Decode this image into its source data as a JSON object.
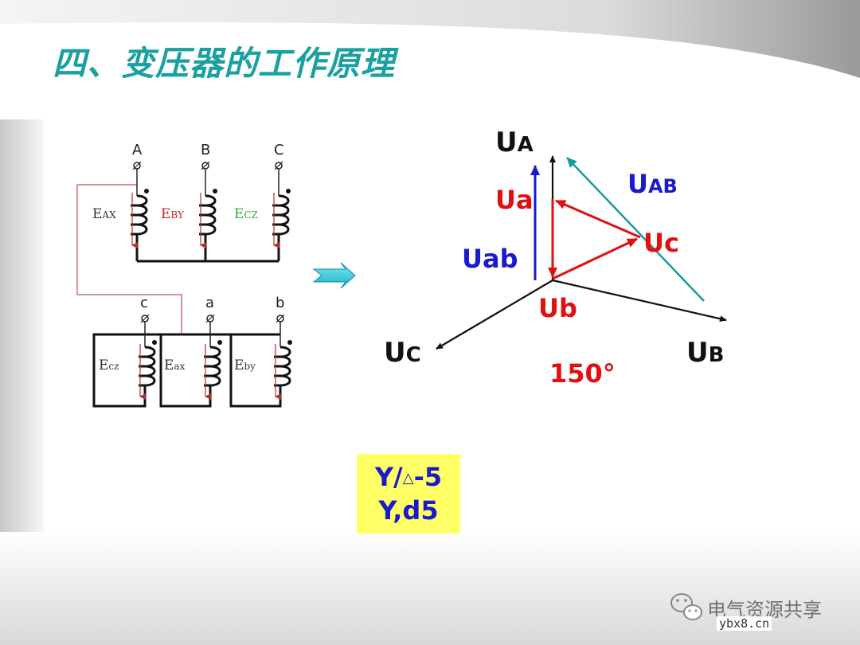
{
  "slide": {
    "title": "四、变压器的工作原理",
    "accent_color": "#1aa0a0"
  },
  "circuit": {
    "primary_terminals": [
      "A",
      "B",
      "C"
    ],
    "secondary_terminals": [
      "c",
      "a",
      "b"
    ],
    "primary_emfs": [
      {
        "main": "E",
        "sub": "AX",
        "color": "#333333"
      },
      {
        "main": "E",
        "sub": "BY",
        "color": "#cc2222"
      },
      {
        "main": "E",
        "sub": "CZ",
        "color": "#33aa33"
      }
    ],
    "secondary_emfs": [
      {
        "main": "E",
        "sub": "cz",
        "color": "#333333"
      },
      {
        "main": "E",
        "sub": "ax",
        "color": "#333333"
      },
      {
        "main": "E",
        "sub": "by",
        "color": "#333333"
      }
    ]
  },
  "arrow_icon": "right-arrow-icon",
  "phasor": {
    "labels": {
      "UA": {
        "main": "U",
        "sub": "A"
      },
      "UB": {
        "main": "U",
        "sub": "B"
      },
      "UC": {
        "main": "U",
        "sub": "C"
      },
      "UAB": {
        "main": "U",
        "sub": "AB"
      },
      "Ua": "Ua",
      "Ub": "Ub",
      "Uc": "Uc",
      "Uab": "Uab"
    },
    "angle": "150°",
    "colors": {
      "primary": "#111111",
      "secondary": "#e01010",
      "line_voltage": "#1a1acc",
      "uab_arrow": "#1a9a9a"
    }
  },
  "formula": {
    "line1_prefix": "Y/",
    "line1_symbol": "△",
    "line1_suffix": "-5",
    "line2": "Y,d5"
  },
  "watermark": {
    "icon": "wechat-icon",
    "text": "电气资源共享",
    "url": "ybx8.cn"
  }
}
